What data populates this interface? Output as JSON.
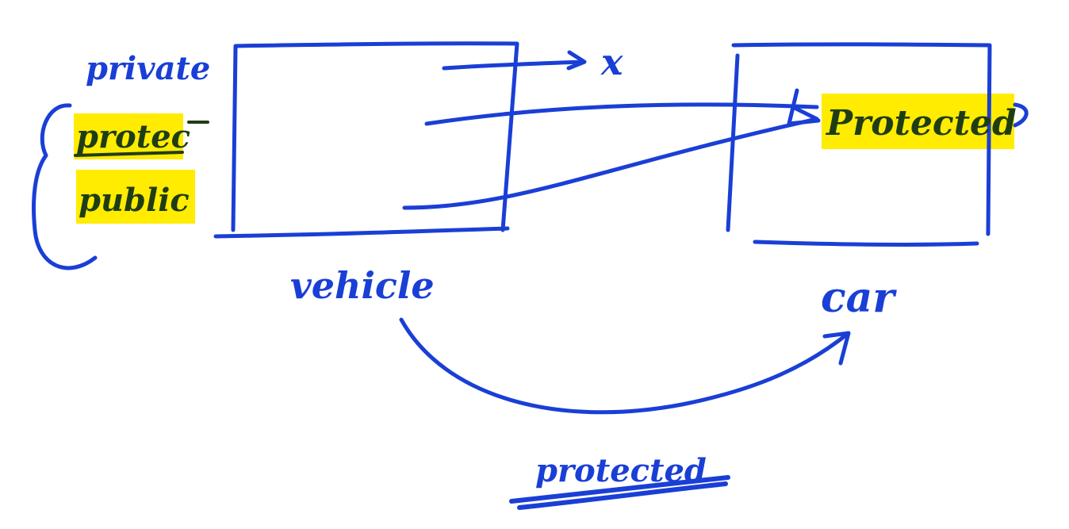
{
  "colors": {
    "ink": "#1a3fd6",
    "highlight": "#ffec00",
    "dark_ink": "#1f3d14",
    "background": "#ffffff"
  },
  "left_labels": {
    "private": "private",
    "protected": "protec",
    "public": "public"
  },
  "boxes": {
    "base": "vehicle",
    "derived": "car"
  },
  "arrows": {
    "blocked_mark": "x",
    "target_label": "Protected"
  },
  "inheritance": {
    "mode": "protected"
  }
}
